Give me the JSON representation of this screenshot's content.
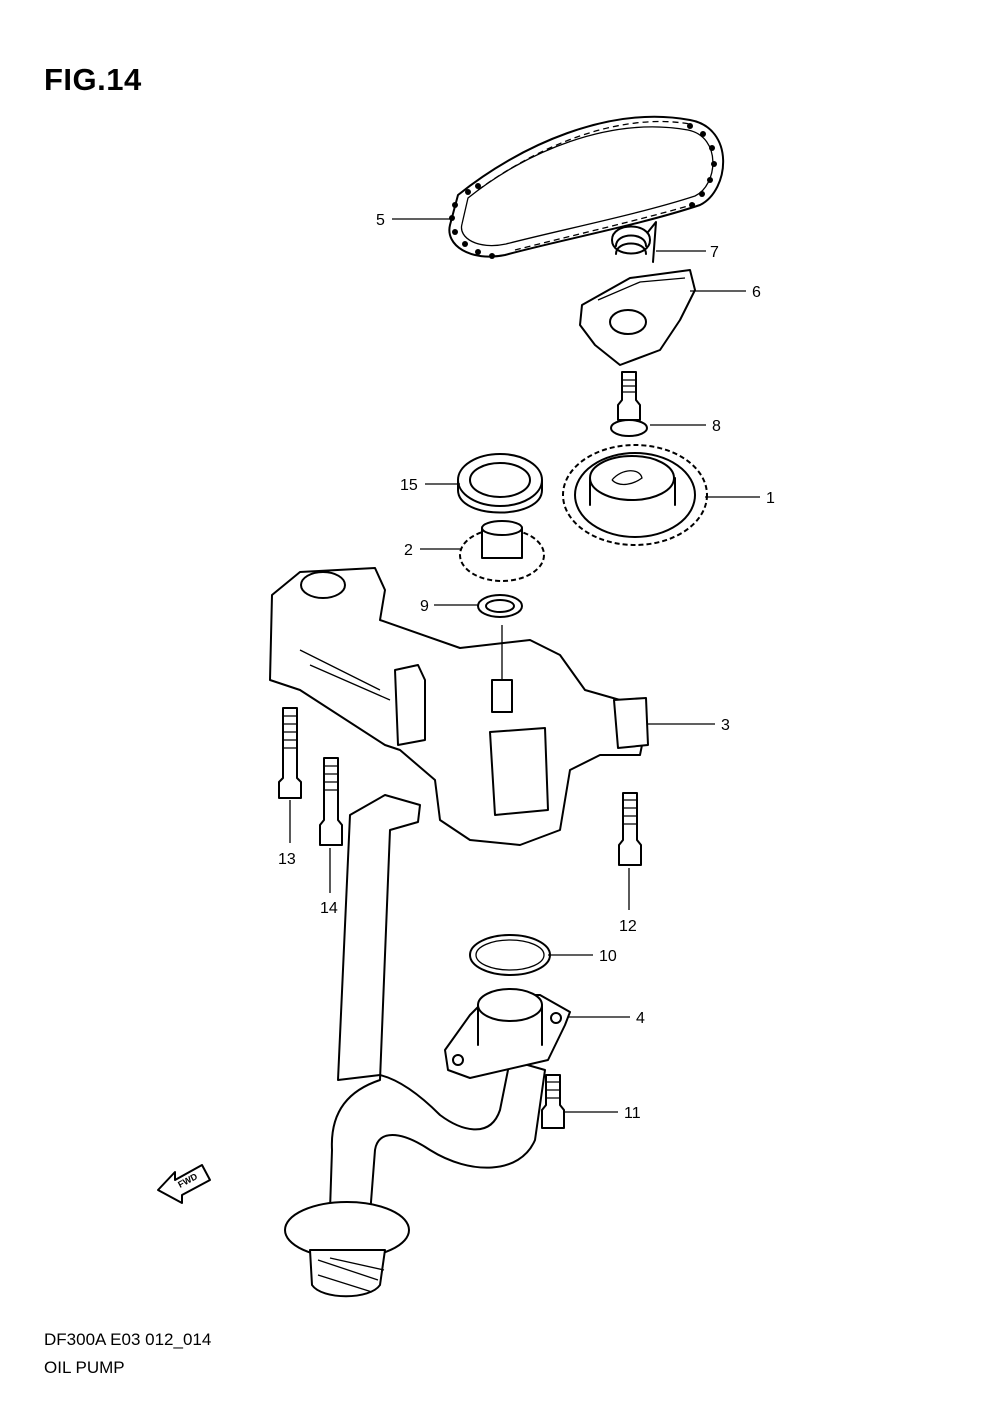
{
  "figure": {
    "title": "FIG.14"
  },
  "footer": {
    "model_code": "DF300A  E03 012_014",
    "section_name": "OIL PUMP"
  },
  "fwd_arrow": {
    "label": "FWD"
  },
  "callouts": [
    {
      "id": "1",
      "label": "1"
    },
    {
      "id": "2",
      "label": "2"
    },
    {
      "id": "3",
      "label": "3"
    },
    {
      "id": "4",
      "label": "4"
    },
    {
      "id": "5",
      "label": "5"
    },
    {
      "id": "6",
      "label": "6"
    },
    {
      "id": "7",
      "label": "7"
    },
    {
      "id": "8",
      "label": "8"
    },
    {
      "id": "9",
      "label": "9"
    },
    {
      "id": "10",
      "label": "10"
    },
    {
      "id": "11",
      "label": "11"
    },
    {
      "id": "12",
      "label": "12"
    },
    {
      "id": "13",
      "label": "13"
    },
    {
      "id": "14",
      "label": "14"
    },
    {
      "id": "15",
      "label": "15"
    }
  ]
}
